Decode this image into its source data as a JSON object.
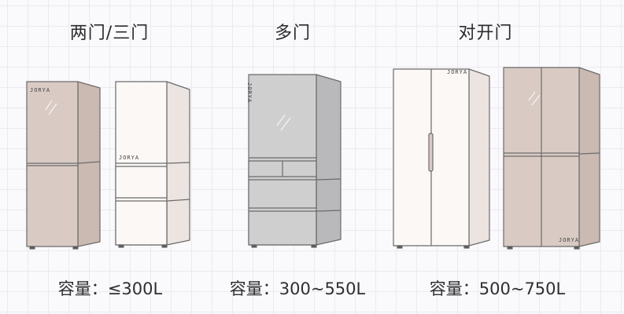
{
  "groups": [
    {
      "title": "两门/三门",
      "capacity": "容量：≤300L"
    },
    {
      "title": "多门",
      "capacity": "容量：300~550L"
    },
    {
      "title": "对开门",
      "capacity": "容量：500~750L"
    }
  ],
  "brand": "JORYA",
  "colors": {
    "beige": "#d9cbc4",
    "beige_side": "#cbbab2",
    "white": "#fbf8f6",
    "white_side": "#ece4e0",
    "gray": "#cfcfd0",
    "gray_side": "#b9b9bb",
    "outline": "#6b6b6b"
  }
}
